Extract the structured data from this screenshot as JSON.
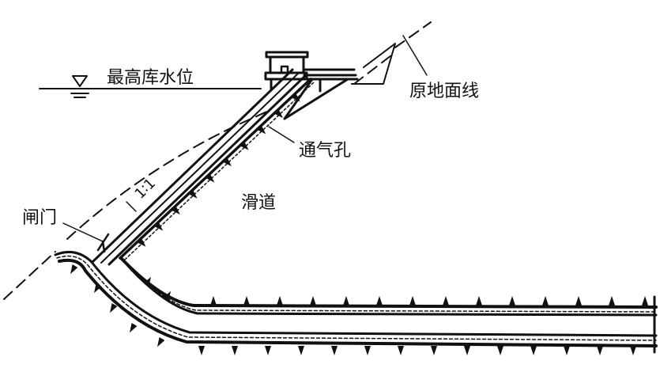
{
  "labels": {
    "max_water_level": "最高库水位",
    "original_ground_line": "原地面线",
    "air_vent": "通气孔",
    "slideway": "滑道",
    "gate": "闸门",
    "slope_ratio": "1∶1"
  }
}
